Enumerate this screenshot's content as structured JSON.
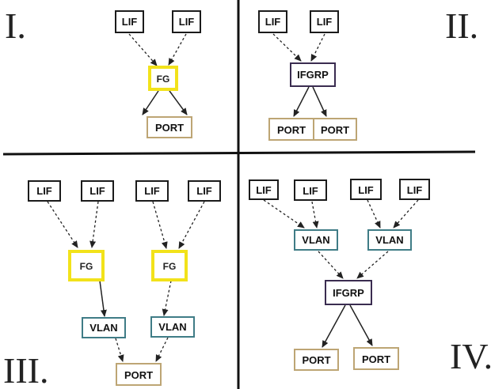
{
  "quadrants": {
    "q1": {
      "numeral": "I.",
      "lif_labels": [
        "LIF",
        "LIF"
      ],
      "fg_label": "FG",
      "port_label": "PORT"
    },
    "q2": {
      "numeral": "II.",
      "lif_labels": [
        "LIF",
        "LIF"
      ],
      "ifgrp_label": "IFGRP",
      "port_labels": [
        "PORT",
        "PORT"
      ]
    },
    "q3": {
      "numeral": "III.",
      "lif_labels": [
        "LIF",
        "LIF",
        "LIF",
        "LIF"
      ],
      "fg_labels": [
        "FG",
        "FG"
      ],
      "vlan_labels": [
        "VLAN",
        "VLAN"
      ],
      "port_label": "PORT"
    },
    "q4": {
      "numeral": "IV.",
      "lif_labels": [
        "LIF",
        "LIF",
        "LIF",
        "LIF"
      ],
      "vlan_labels": [
        "VLAN",
        "VLAN"
      ],
      "ifgrp_label": "IFGRP",
      "port_labels": [
        "PORT",
        "PORT"
      ]
    }
  },
  "colors": {
    "fg_border": "#f2e21a",
    "lif_border": "#1b1b1b",
    "port_border": "#bda574",
    "vlan_border": "#3f7c86",
    "ifgrp_border": "#3a2c50",
    "divider": "#111111",
    "arrow": "#222222"
  }
}
